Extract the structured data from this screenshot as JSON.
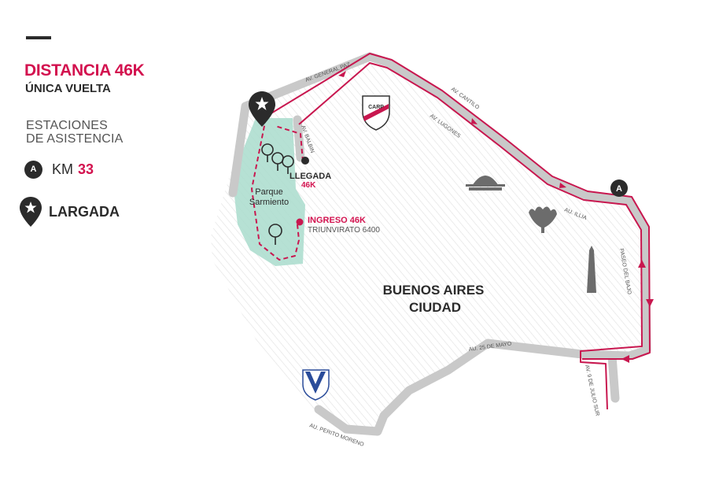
{
  "legend": {
    "distance": "DISTANCIA 46K",
    "laps": "ÚNICA VUELTA",
    "stations_line1": "ESTACIONES",
    "stations_line2": "DE ASISTENCIA",
    "station_badge": "A",
    "station_km_label": "KM",
    "station_km_value": "33",
    "start_label": "LARGADA"
  },
  "map": {
    "area_line1": "BUENOS AIRES",
    "area_line2": "CIUDAD",
    "park_line1": "Parque",
    "park_line2": "Sarmiento",
    "finish_label": "LLEGADA",
    "finish_sub": "46K",
    "entry_label": "INGRESO 46K",
    "entry_address": "TRIUNVIRATO 6400",
    "station_marker": "A",
    "streets": {
      "general_paz": "AV. GENERAL PAZ",
      "cantilo": "AV. CANTILO",
      "lugones": "AV. LUGONES",
      "balbin": "AV. BALBIN",
      "illia": "AU. ILLIA",
      "paseo_bajo": "PASEO DEL BAJO",
      "mayo": "AU. 25 DE MAYO",
      "nueve_julio": "AV. 9 DE JULIO SUR",
      "perito_moreno": "AU. PERITO MORENO"
    }
  },
  "colors": {
    "route": "#c8174f",
    "accent": "#d3124f",
    "road": "#c9c9c9",
    "park": "#a9dccd",
    "dark": "#2b2b2b"
  }
}
